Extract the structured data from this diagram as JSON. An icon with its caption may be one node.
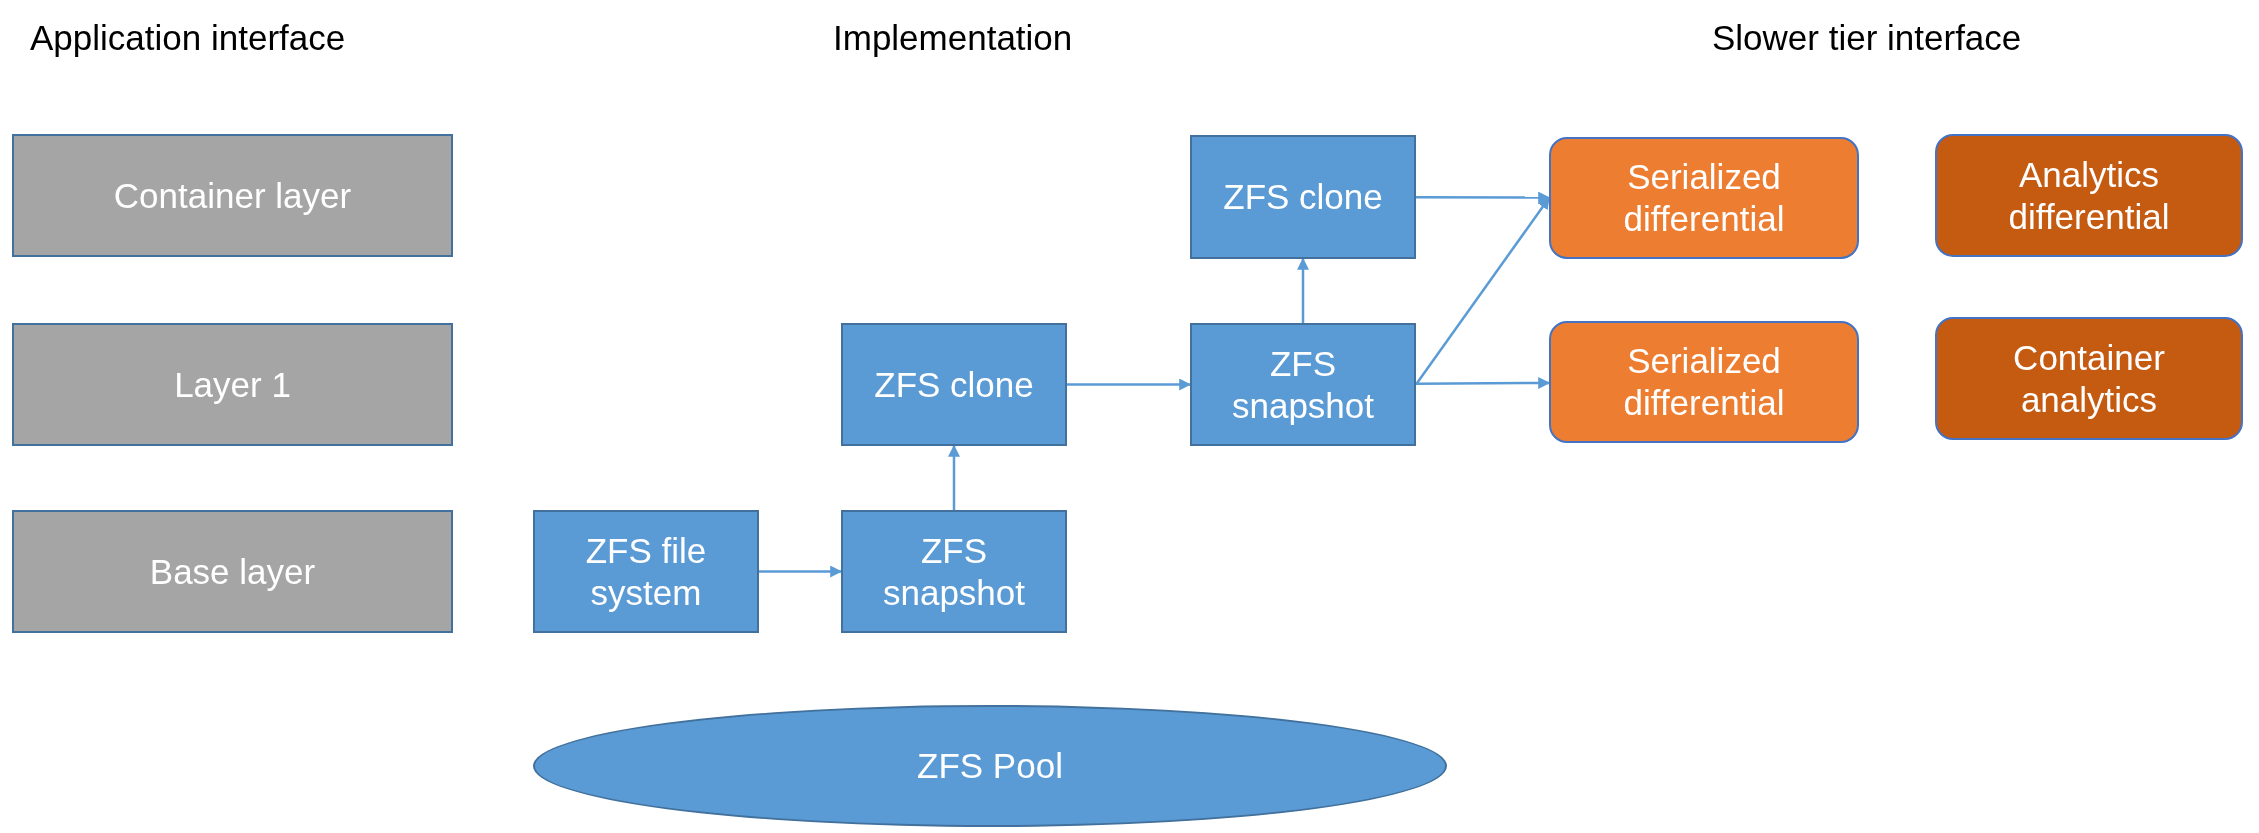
{
  "diagram": {
    "nodes": [
      {
        "text": [
          "Container layer"
        ]
      },
      {
        "text": [
          "Layer 1"
        ]
      },
      {
        "text": [
          "Base layer"
        ]
      },
      {
        "text": [
          "ZFS clone"
        ]
      },
      {
        "text": [
          "Serialized differential"
        ]
      },
      {
        "text": [
          "Analytics differential"
        ]
      },
      {
        "text": [
          "ZFS clone"
        ]
      },
      {
        "text": [
          "ZFS snapshot"
        ]
      },
      {
        "text": [
          "Serialized differential"
        ]
      },
      {
        "text": [
          "Container analytics"
        ]
      },
      {
        "text": [
          "ZFS file system"
        ]
      },
      {
        "text": [
          "ZFS snapshot"
        ]
      },
      {
        "text": [
          "ZFS Pool"
        ]
      }
    ],
    "edges": [
      {
        "from": 10,
        "to": 11,
        "arrow": "to"
      },
      {
        "from": 11,
        "to": 6,
        "arrow": "to"
      },
      {
        "from": 6,
        "to": 7,
        "arrow": "to"
      },
      {
        "from": 7,
        "to": 3,
        "arrow": "to"
      },
      {
        "from": 3,
        "to": 4,
        "arrow": "to"
      },
      {
        "from": 7,
        "to": 4,
        "arrow": "to"
      },
      {
        "from": 7,
        "to": 8,
        "arrow": "to"
      }
    ],
    "labels": [
      "Application interface",
      "Implementation",
      "Slower tier interface"
    ]
  }
}
